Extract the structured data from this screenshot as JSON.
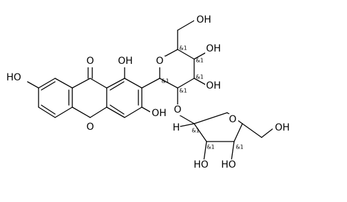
{
  "molecule": {
    "atom_labels": {
      "o_ketone": "O",
      "oh_c1": "OH",
      "o_xanthene": "O",
      "ho_c7": "HO",
      "oh_c3": "OH",
      "o_pyranose_ring": "O",
      "oh_c6_primary": "OH",
      "oh_c4": "OH",
      "oh_c3_sugar": "OH",
      "o_glycosidic": "O",
      "o_furanose_ring": "O",
      "h_anomeric": "H",
      "ho_furanose_c2": "HO",
      "ho_furanose_c3": "HO",
      "oh_furanose_ch2": "OH"
    },
    "stereo_labels": {
      "pyr_c1": "&1",
      "pyr_c2": "&1",
      "pyr_c3": "&1",
      "pyr_c4": "&1",
      "pyr_c5": "&1",
      "fur_c1": "&1",
      "fur_c2": "&1",
      "fur_c3": "&1"
    }
  }
}
